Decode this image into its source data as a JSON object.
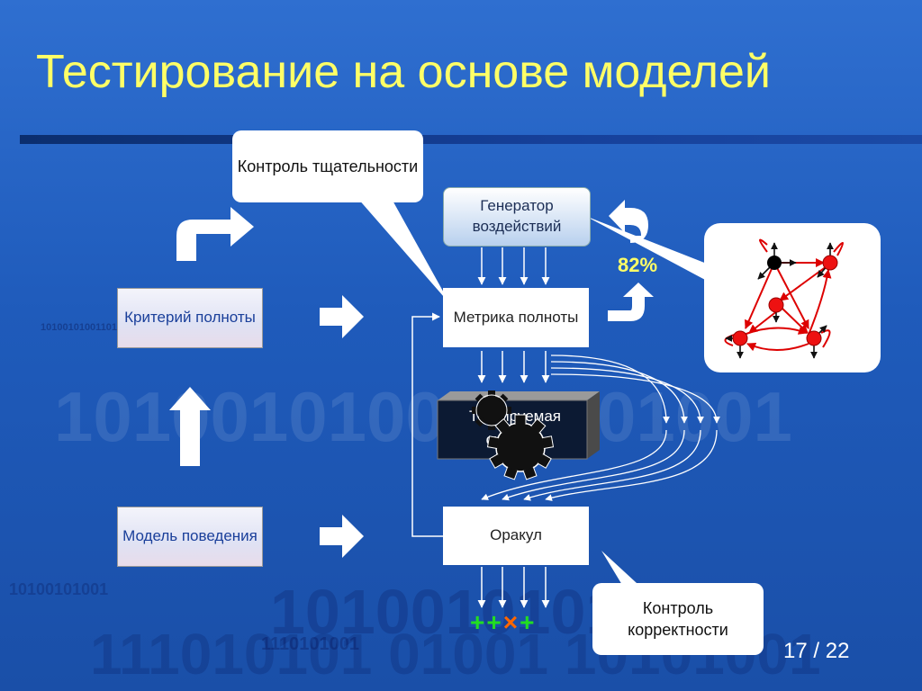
{
  "slide": {
    "title": "Тестирование на основе моделей",
    "page_current": "17",
    "page_separator": " / ",
    "page_total": "22"
  },
  "nodes": {
    "criterion": "Критерий полноты",
    "model": "Модель поведения",
    "generator": "Генератор воздействий",
    "metric": "Метрика полноты",
    "sut": "Тестируемая система",
    "oracle": "Оракул"
  },
  "callouts": {
    "thoroughness": "Контроль тщательности",
    "correctness": "Контроль корректности"
  },
  "coverage_percent": "82%",
  "verdicts": [
    "+",
    "+",
    "×",
    "+"
  ],
  "background_digits": [
    "1010010100110101001",
    "10100101001",
    "1010010101",
    "1110101001",
    "10100101001101010011010100",
    "111010101 01001 10101001"
  ],
  "colors": {
    "background": "#2366c8",
    "title": "#ffff66",
    "pass": "#22dd22",
    "fail": "#ff6600",
    "graph_node": "#ee1111",
    "graph_edge": "#dd0000"
  }
}
